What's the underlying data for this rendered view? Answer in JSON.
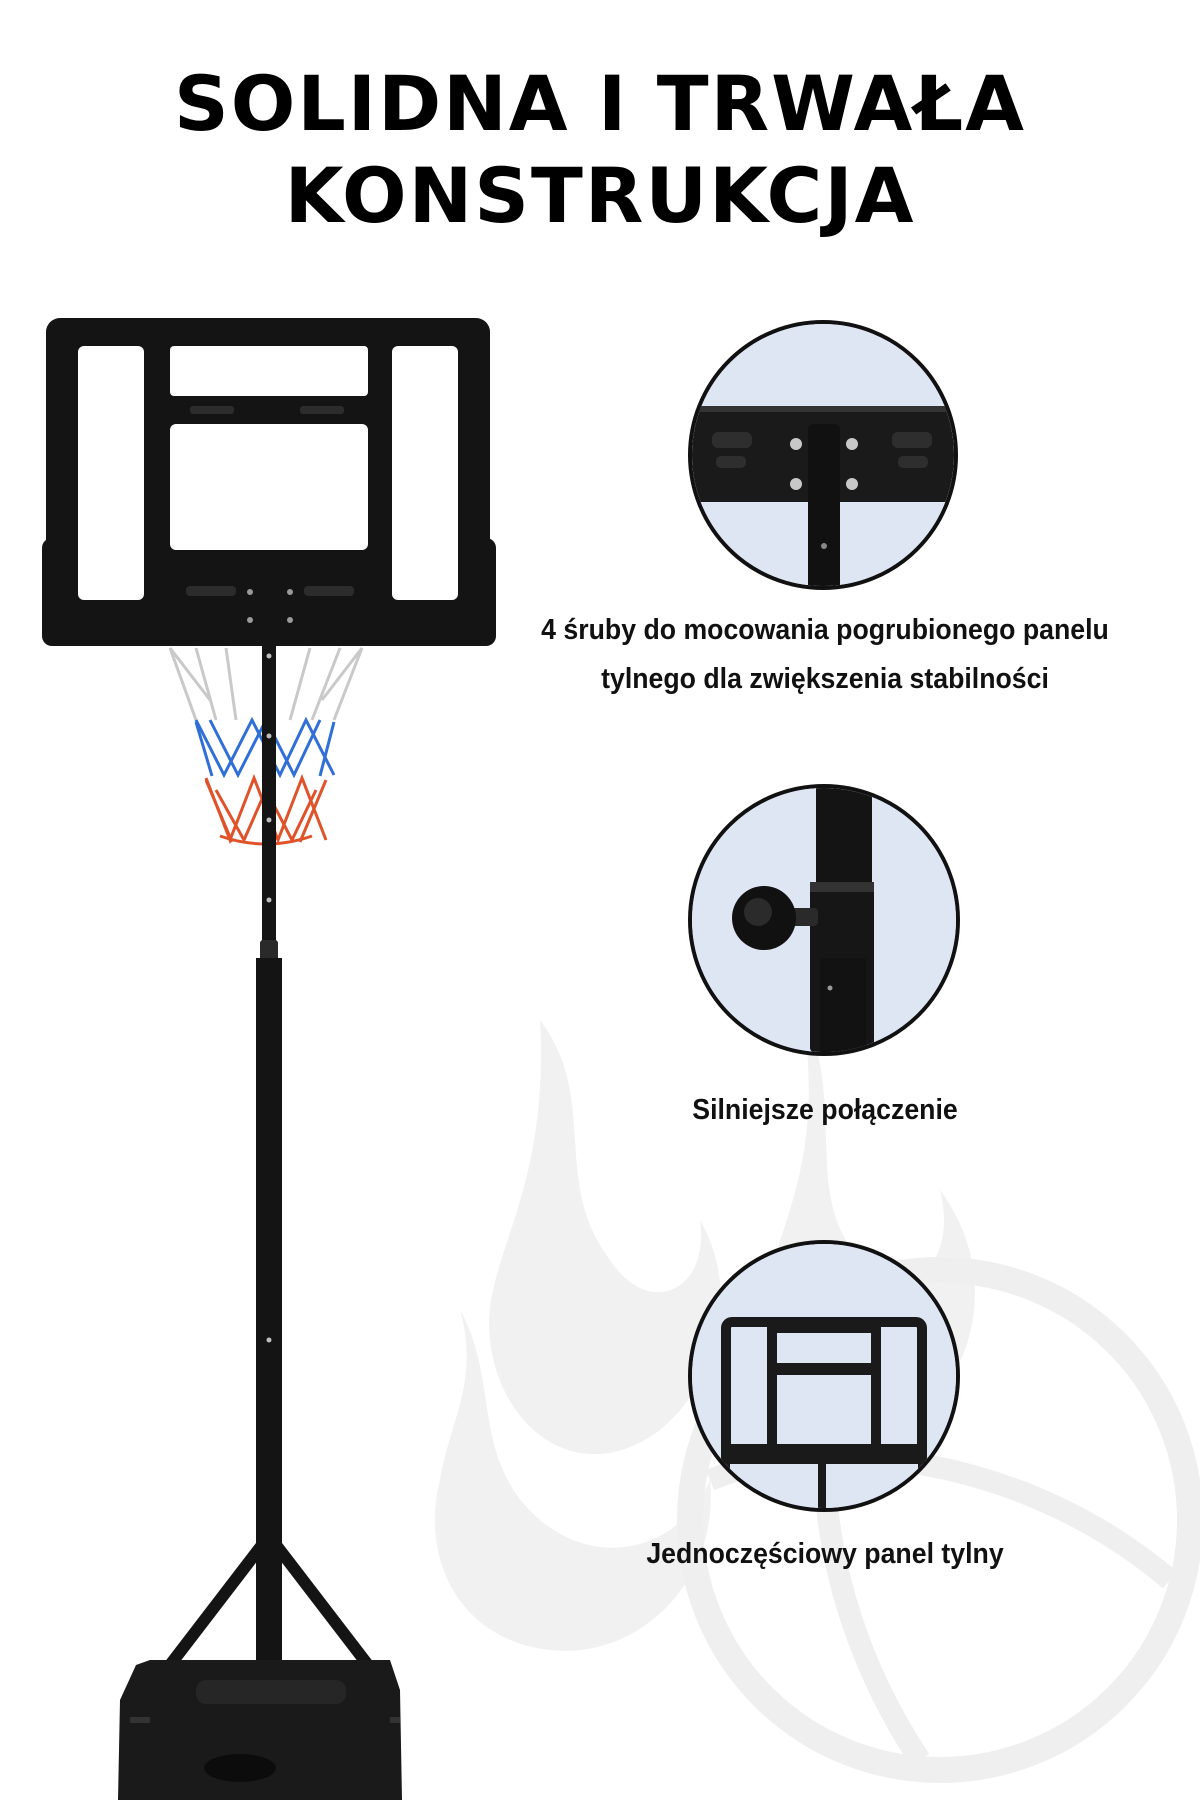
{
  "title": {
    "line1": "SOLIDNA I TRWAŁA",
    "line2": "KONSTRUKCJA"
  },
  "features": [
    {
      "icon": "backboard-bolts-closeup",
      "caption_line1": "4 śruby do mocowania pogrubionego panelu",
      "caption_line2": "tylnego dla zwiększenia stabilności"
    },
    {
      "icon": "pole-knob-closeup",
      "caption_line1": "Silniejsze połączenie"
    },
    {
      "icon": "backboard-frame-closeup",
      "caption_line1": "Jednoczęściowy panel tylny"
    }
  ],
  "colors": {
    "text": "#111111",
    "circle_bg": "#dfe6f3",
    "net_blue": "#2f6fd6",
    "net_orange": "#e0532a",
    "frame": "#1a1a1a"
  }
}
